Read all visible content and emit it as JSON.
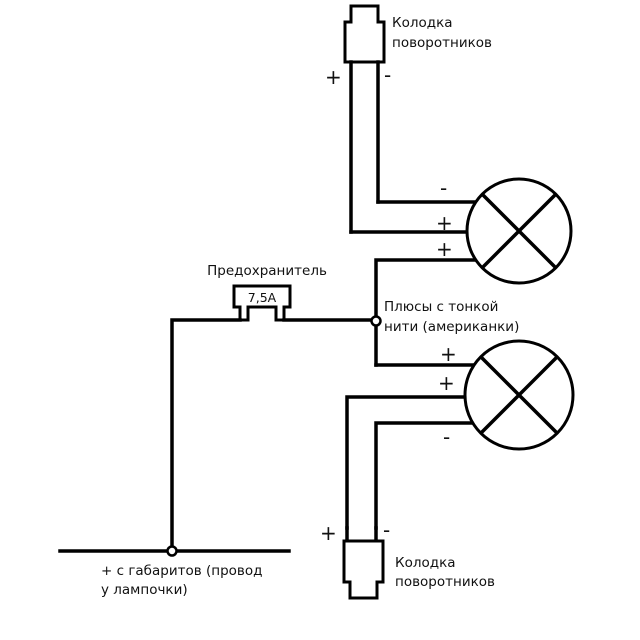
{
  "diagram": {
    "title": "Схема подключения поворотников-габаритов",
    "connectors": {
      "top": {
        "label_line1": "Колодка",
        "label_line2": "поворотников",
        "plus": "+",
        "minus": "-"
      },
      "bottom": {
        "label_line1": "Колодка",
        "label_line2": "поворотников",
        "plus": "+",
        "minus": "-"
      }
    },
    "lamps": {
      "upper": {
        "minus": "-",
        "plus_a": "+",
        "plus_b": "+"
      },
      "lower": {
        "plus_a": "+",
        "plus_b": "+",
        "minus": "-"
      }
    },
    "fuse": {
      "title": "Предохранитель",
      "rating": "7,5A"
    },
    "junction": {
      "label_line1": "Плюсы с тонкой",
      "label_line2": "нити (американки)"
    },
    "source": {
      "label_line1": "+ с габаритов (провод",
      "label_line2": "у лампочки)"
    }
  }
}
